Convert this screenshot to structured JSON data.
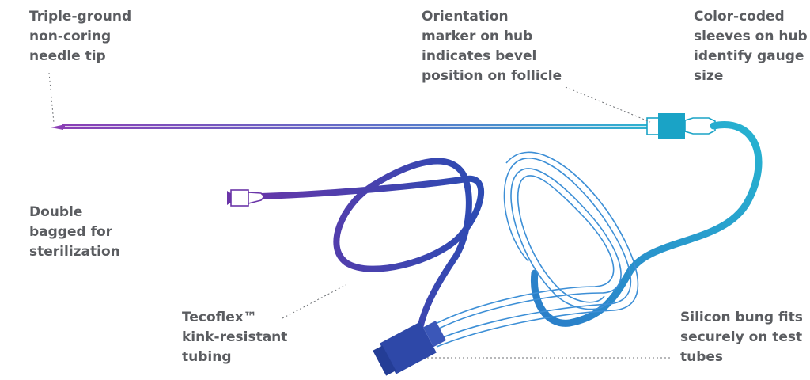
{
  "colors": {
    "label_text": "#5a5c60",
    "leader_line": "#6f7276",
    "needle_start": "#8a3fb5",
    "needle_end": "#2fb3d1",
    "hub_sleeve": "#1aa3c6",
    "tubing_purple": "#6a35a8",
    "tubing_blue": "#2e4bb3",
    "tubing_cyan": "#27b1d0",
    "bung": "#2e48a8",
    "clear_tubing": "#3d8fd6"
  },
  "callouts": {
    "needle_tip": {
      "lines": [
        "Triple-ground",
        "non-coring",
        "needle tip"
      ]
    },
    "orientation_marker": {
      "lines": [
        "Orientation",
        "marker on hub",
        "indicates bevel",
        "position on follicle"
      ]
    },
    "color_sleeves": {
      "lines": [
        "Color-coded",
        "sleeves on hub",
        "identify gauge",
        "size"
      ]
    },
    "double_bagged": {
      "lines": [
        "Double",
        "bagged for",
        "sterilization"
      ]
    },
    "tubing": {
      "lines": [
        "Tecoflex™",
        "kink-resistant",
        "tubing"
      ]
    },
    "bung": {
      "lines": [
        "Silicon bung fits",
        "securely on test",
        "tubes"
      ]
    }
  }
}
